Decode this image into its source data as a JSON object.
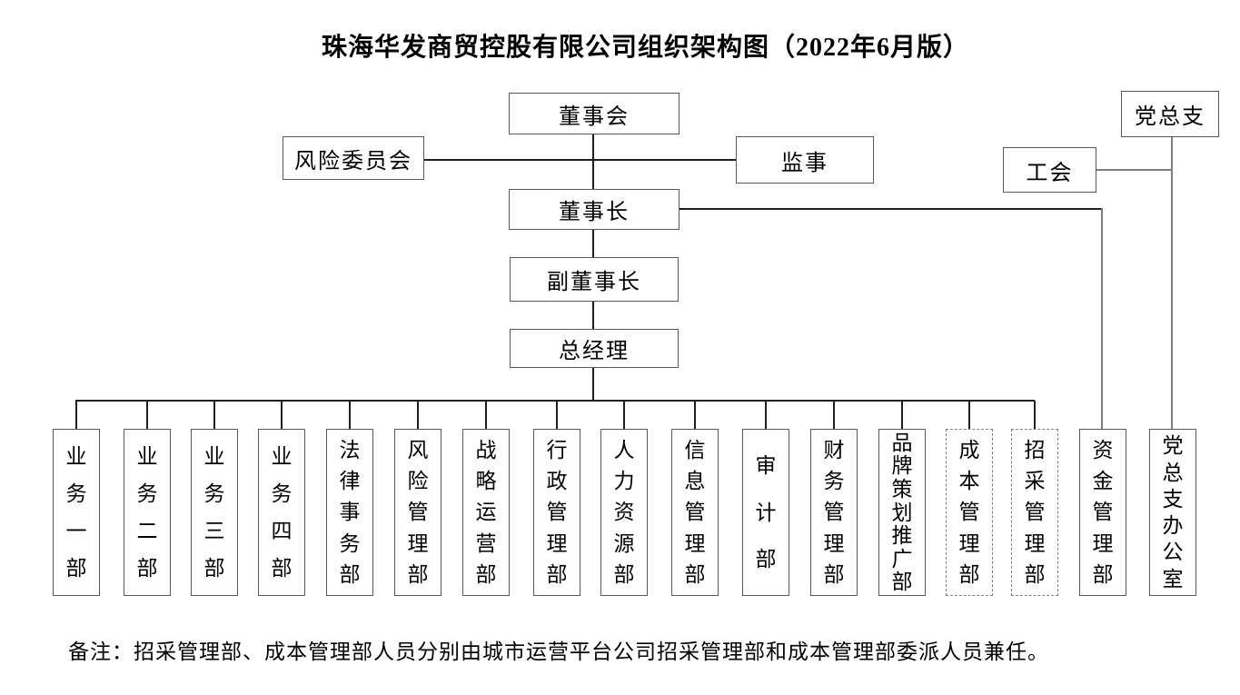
{
  "title": "珠海华发商贸控股有限公司组织架构图（2022年6月版）",
  "nodes": {
    "board": {
      "label": "董事会"
    },
    "risk_committee": {
      "label": "风险委员会"
    },
    "supervisor": {
      "label": "监事"
    },
    "chairman": {
      "label": "董事长"
    },
    "vice_chairman": {
      "label": "副董事长"
    },
    "general_manager": {
      "label": "总经理"
    },
    "labor_union": {
      "label": "工会"
    },
    "party_branch": {
      "label": "党总支"
    }
  },
  "departments": [
    {
      "label": "业务一部",
      "dashed": false
    },
    {
      "label": "业务二部",
      "dashed": false
    },
    {
      "label": "业务三部",
      "dashed": false
    },
    {
      "label": "业务四部",
      "dashed": false
    },
    {
      "label": "法律事务部",
      "dashed": false
    },
    {
      "label": "风险管理部",
      "dashed": false
    },
    {
      "label": "战略运营部",
      "dashed": false
    },
    {
      "label": "行政管理部",
      "dashed": false
    },
    {
      "label": "人力资源部",
      "dashed": false
    },
    {
      "label": "信息管理部",
      "dashed": false
    },
    {
      "label": "审计部",
      "dashed": false
    },
    {
      "label": "财务管理部",
      "dashed": false
    },
    {
      "label": "品牌策划推广部",
      "dashed": false
    },
    {
      "label": "成本管理部",
      "dashed": true
    },
    {
      "label": "招采管理部",
      "dashed": true
    },
    {
      "label": "资金管理部",
      "dashed": false
    },
    {
      "label": "党总支办公室",
      "dashed": false
    }
  ],
  "note": "备注：招采管理部、成本管理部人员分别由城市运营平台公司招采管理部和成本管理部委派人员兼任。",
  "colors": {
    "line": "#1f1f1f",
    "gray_line": "#7f7f7f",
    "border": "#595959",
    "background": "#ffffff"
  }
}
